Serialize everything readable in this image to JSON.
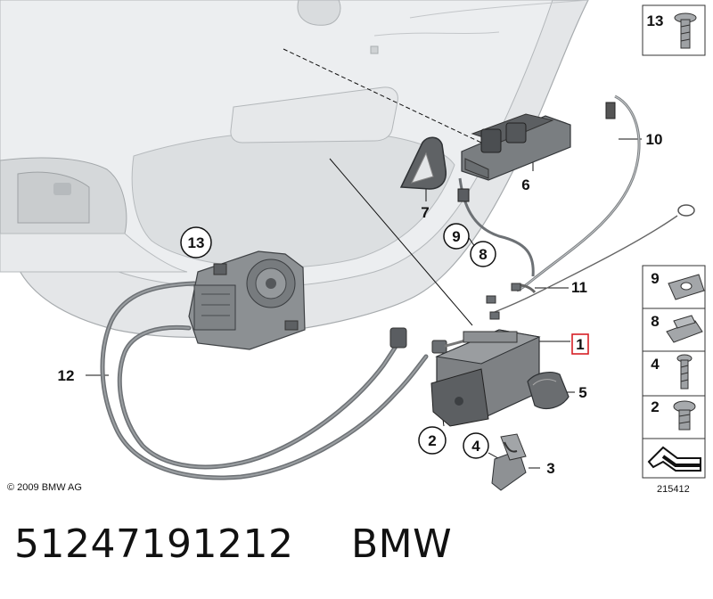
{
  "callouts": {
    "c1": "1",
    "c2": "2",
    "c3": "3",
    "c4": "4",
    "c5": "5",
    "c6": "6",
    "c7": "7",
    "c8": "8",
    "c9": "9",
    "c10": "10",
    "c11": "11",
    "c12": "12",
    "c13": "13"
  },
  "sidebar": {
    "items": [
      {
        "label": "13",
        "icon": "screw-icon"
      },
      {
        "label": "9",
        "icon": "clip-icon"
      },
      {
        "label": "8",
        "icon": "bracket-clip-icon"
      },
      {
        "label": "4",
        "icon": "screw-icon"
      },
      {
        "label": "2",
        "icon": "screw-icon"
      },
      {
        "label": "",
        "icon": "arrow-icon"
      }
    ]
  },
  "copyright": "© 2009 BMW AG",
  "diagram_number": "215412",
  "footer": {
    "part_number": "51247191212",
    "brand": "BMW"
  },
  "colors": {
    "highlight": "#d61f26",
    "body_panel": "#e6e8e9",
    "part_gray": "#7e8184"
  }
}
